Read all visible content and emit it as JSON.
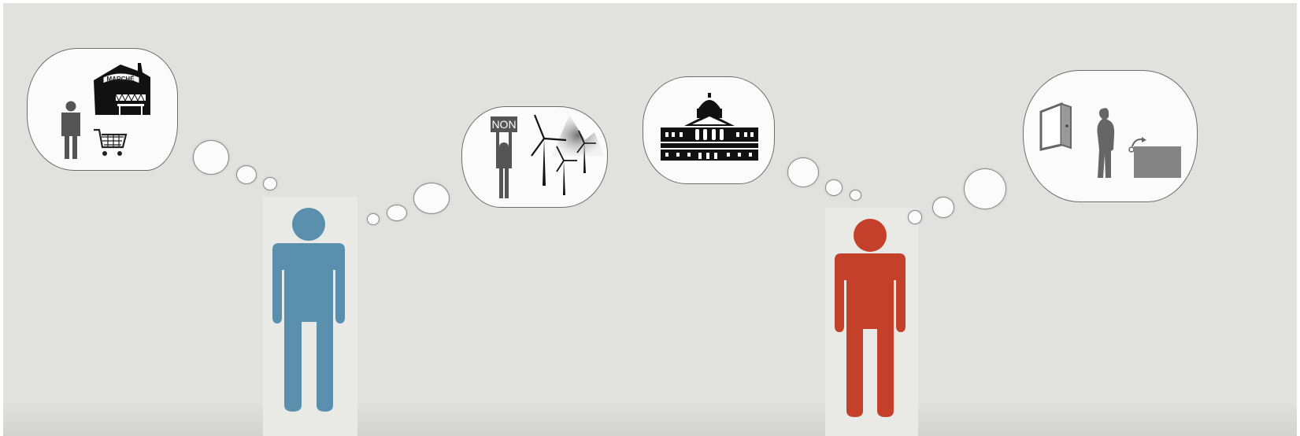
{
  "scene": {
    "colors": {
      "background": "#e1e1e0",
      "person_left": "#5a90ad",
      "person_right": "#c5402b",
      "icon_dark": "#1a1a1a",
      "icon_gray": "#555555"
    },
    "thoughts_left_person": [
      {
        "name": "market-shopping",
        "labels": {
          "sign": "MARCHÉ"
        }
      },
      {
        "name": "wind-turbine-protest",
        "labels": {
          "sign": "NON"
        }
      }
    ],
    "thoughts_right_person": [
      {
        "name": "parliament-building"
      },
      {
        "name": "voting-ballot-box"
      }
    ]
  }
}
